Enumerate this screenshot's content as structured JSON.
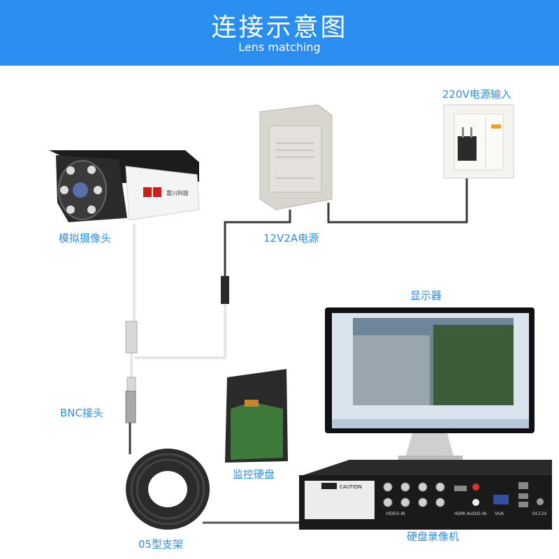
{
  "header": {
    "title": "连接示意图",
    "subtitle": "Lens matching"
  },
  "labels": {
    "camera": "模拟摄像头",
    "power_supply": "12V2A电源",
    "mains_power": "220V电源输入",
    "monitor": "显示器",
    "bnc": "BNC接头",
    "hdd": "监控硬盘",
    "bracket": "05型支架",
    "dvr": "硬盘录像机"
  },
  "device_text": {
    "camera_brand": "雷川科技",
    "caution": "CAUTION",
    "video_in": "VIDEO-IN",
    "audio_in": "AUDIO-IN",
    "hdmi": "HDMI",
    "vga": "VGA",
    "dc12v": "DC12V"
  },
  "colors": {
    "accent": "#2a8df0",
    "cable_dark": "#3a3a3a",
    "cable_light": "#e6e6e6"
  }
}
